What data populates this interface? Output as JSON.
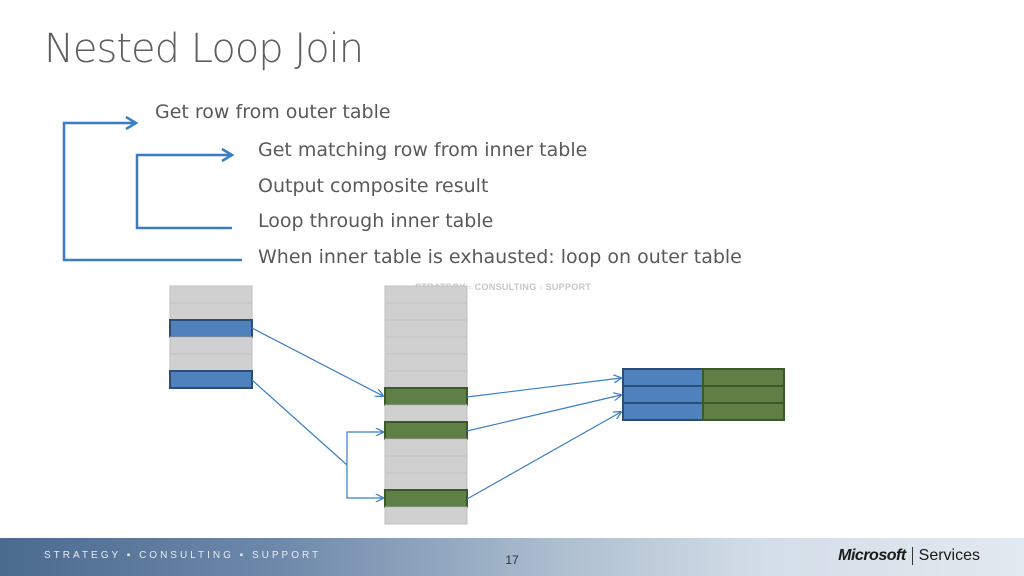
{
  "slide": {
    "title": "Nested Loop Join",
    "bullets": [
      "Get row from outer table",
      "Get matching row from inner table",
      "Output composite result",
      "Loop through inner table",
      "When inner table is exhausted: loop on outer table"
    ],
    "ghost_text": "STRATEGY ▫ CONSULTING ▫ SUPPORT"
  },
  "footer": {
    "tagline": "STRATEGY ▪ CONSULTING ▪ SUPPORT",
    "page_number": "17",
    "brand_name": "Microsoft",
    "brand_service": "Services"
  },
  "colors": {
    "title": "#5f5f5f",
    "text": "#595959",
    "arrow_blue": "#3a7dc4",
    "outer_row": "#4f81bd",
    "inner_match": "#5f7f47",
    "empty_row": "#d0d0d0",
    "row_border": "#bfbfbf"
  }
}
